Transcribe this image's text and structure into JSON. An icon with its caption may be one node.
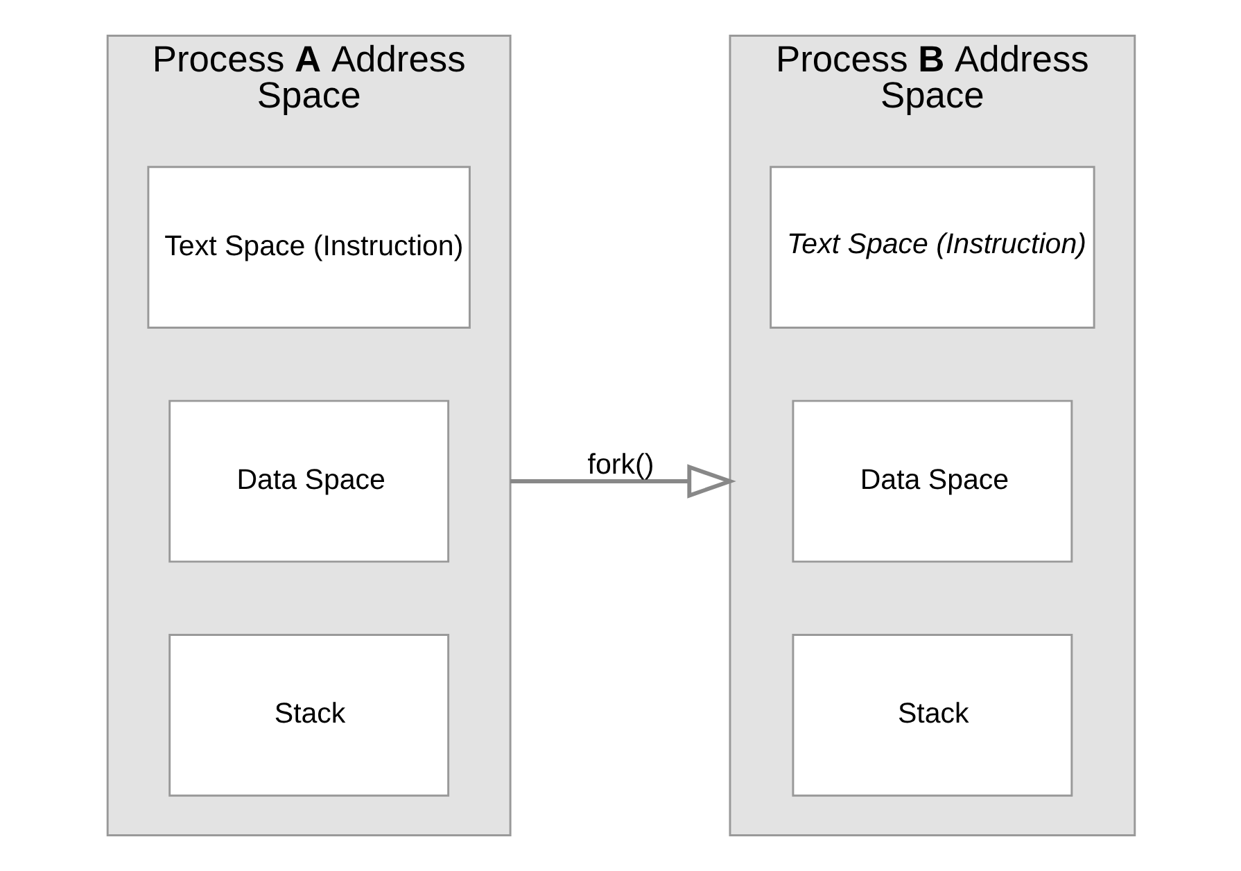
{
  "diagram": {
    "nodes": [
      {
        "text": [
          "Process **A** Address Space"
        ]
      },
      {
        "text": [
          "Text Space (Instruction)"
        ],
        "in": 0
      },
      {
        "text": [
          "Data Space"
        ],
        "in": 0
      },
      {
        "text": [
          "Stack"
        ],
        "in": 0
      },
      {
        "text": [
          "Process **B** Address Space"
        ]
      },
      {
        "text": [
          "Text Space (Instruction)"
        ],
        "in": 4
      },
      {
        "text": [
          "Data Space"
        ],
        "in": 4
      },
      {
        "text": [
          "Stack"
        ],
        "in": 4
      }
    ],
    "edges": [
      {
        "from": 0,
        "to": 4,
        "arrow": "to",
        "label": "fork()"
      }
    ]
  }
}
